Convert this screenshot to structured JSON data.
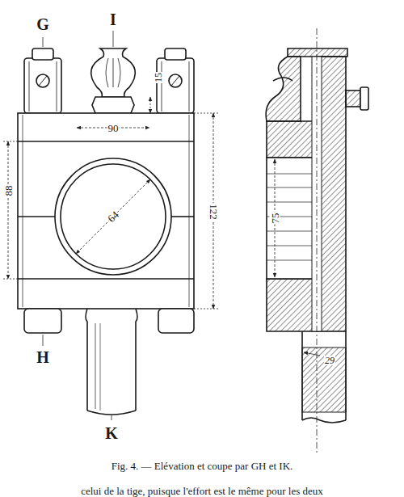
{
  "diagram": {
    "caption": "Fig. 4. — Elévation et coupe par GH et IK.",
    "labels": [
      "G",
      "I",
      "15",
      "90",
      "88",
      "64",
      "122",
      "H",
      "K",
      "75",
      "29",
      "celui de la tige, puisque l'effort est le même pour les deux"
    ]
  }
}
